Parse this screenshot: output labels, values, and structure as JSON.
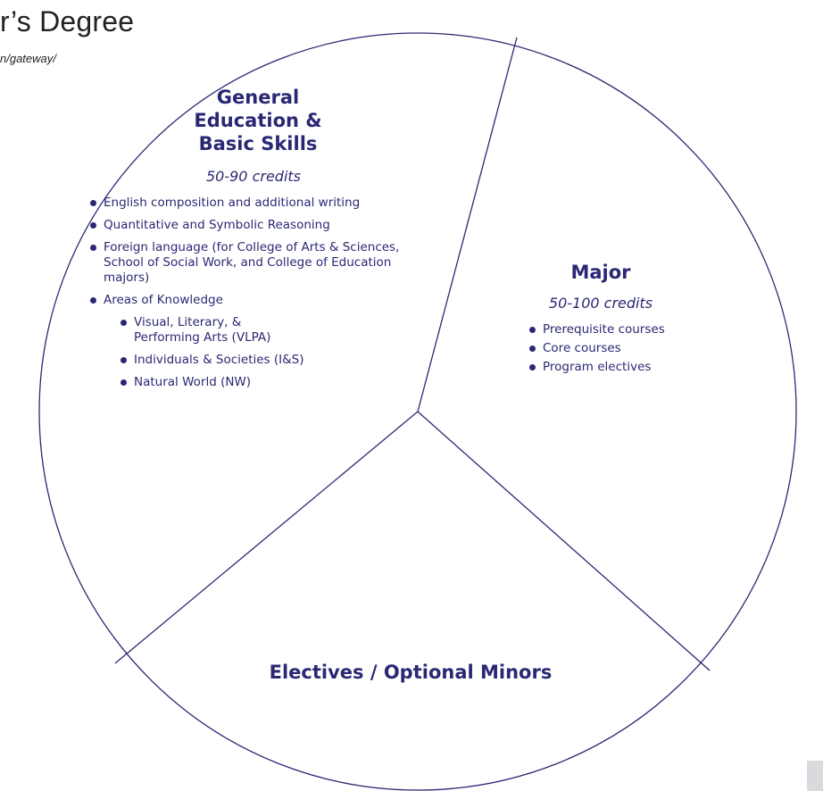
{
  "header": {
    "title": "r’s Degree",
    "url": "n/gateway/"
  },
  "diagram": {
    "colors": {
      "ink": "#2a2874",
      "outline": "#2a2874",
      "title_text": "#222222"
    },
    "segments": [
      {
        "key": "gen_ed",
        "title": "General Education & Basic Skills",
        "title_lines": [
          "General",
          "Education &",
          "Basic Skills"
        ],
        "credits": "50-90 credits",
        "items": [
          {
            "label": "English composition and additional writing"
          },
          {
            "label": "Quantitative and Symbolic Reasoning"
          },
          {
            "label": "Foreign language (for College of Arts & Sciences, School of Social Work, and College of Education majors)"
          },
          {
            "label": "Areas of Knowledge",
            "children": [
              {
                "label": "Visual, Literary, & Performing Arts (VLPA)"
              },
              {
                "label": "Individuals & Societies (I&S)"
              },
              {
                "label": "Natural World (NW)"
              }
            ]
          }
        ]
      },
      {
        "key": "major",
        "title": "Major",
        "credits": "50-100 credits",
        "items": [
          {
            "label": "Prerequisite courses"
          },
          {
            "label": "Core courses"
          },
          {
            "label": "Program electives"
          }
        ]
      },
      {
        "key": "electives",
        "title": "Electives / Optional Minors"
      }
    ]
  }
}
